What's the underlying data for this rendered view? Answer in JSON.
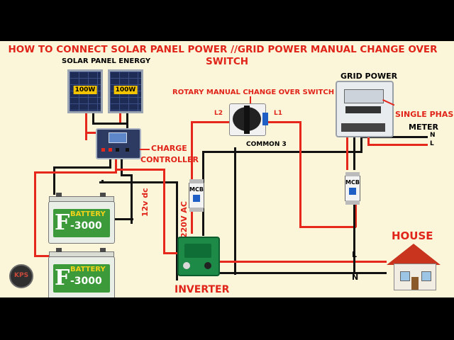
{
  "title": {
    "line1": "HOW TO CONNECT SOLAR PANEL POWER //GRID POWER MANUAL CHANGE OVER",
    "line2": "SWITCH"
  },
  "labels": {
    "solar_panel_energy": "SOLAR PANEL ENERGY",
    "panel_wattage": "100W",
    "rotary_switch": "ROTARY MANUAL CHANGE OVER SWITCH",
    "l2": "L2",
    "l1": "L1",
    "common": "COMMON 3",
    "grid_power": "GRID POWER",
    "single_phase_meter": "SINGLE PHASE",
    "meter": "METER",
    "meter_n": "N",
    "meter_l": "L",
    "charge": "CHARGE",
    "controller": "CONTROLLER",
    "mcb": "MCB",
    "dc_voltage": "12v dc",
    "ac_voltage": "220V AC",
    "inverter": "INVERTER",
    "house": "HOUSE",
    "house_l": "L",
    "house_n": "N",
    "battery_label": "BATTERY",
    "battery_model": "-3000",
    "brand_mark": "KPS"
  },
  "colors": {
    "title": "#e0241a",
    "background": "#fbf6d9",
    "live_wire": "#e6281c",
    "neutral_wire": "#111111"
  }
}
